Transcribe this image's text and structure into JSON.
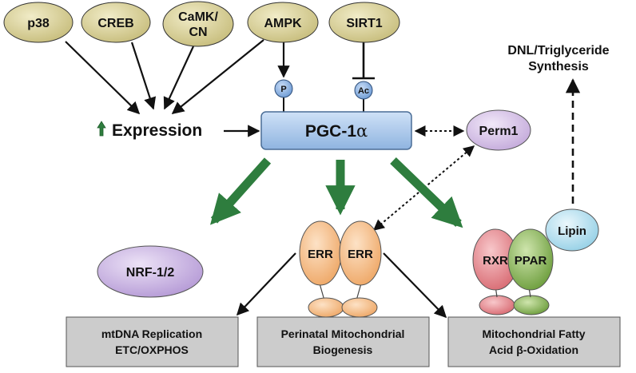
{
  "upstream_regulators": [
    {
      "label_lines": [
        "p38"
      ]
    },
    {
      "label_lines": [
        "CREB"
      ]
    },
    {
      "label_lines": [
        "CaMK/",
        "CN"
      ]
    },
    {
      "label_lines": [
        "AMPK"
      ]
    },
    {
      "label_lines": [
        "SIRT1"
      ]
    }
  ],
  "modifications": {
    "phosphorylation": "P",
    "acetylation": "Ac"
  },
  "expression_label": "Expression",
  "central_node": {
    "text": "PGC-1",
    "greek": "α"
  },
  "perm1_label": "Perm1",
  "dnl_label_lines": [
    "DNL/Triglyceride",
    "Synthesis"
  ],
  "nrf_label": "NRF-1/2",
  "err_labels": [
    "ERR",
    "ERR"
  ],
  "rxr_label": "RXR",
  "ppar_label": "PPAR",
  "lipin_label": "Lipin",
  "output_boxes": [
    {
      "line1": "mtDNA Replication",
      "line2": "ETC/OXPHOS"
    },
    {
      "line1": "Perinatal Mitochondrial",
      "line2": "Biogenesis"
    },
    {
      "line1": "Mitochondrial Fatty",
      "line2": "Acid β-Oxidation"
    }
  ],
  "colors": {
    "regulator_fill": "#d9d09a",
    "central_fill": "#a9c8ec",
    "perm1_fill": "#d8c6e8",
    "nrf_fill": "#cdb8e3",
    "err_fill": "#f5c08f",
    "rxr_fill": "#e88a8f",
    "ppar_fill": "#8fba5a",
    "lipin_fill": "#bde4f2",
    "output_box_fill": "#cccccc",
    "green_arrow": "#2e7d3e"
  }
}
